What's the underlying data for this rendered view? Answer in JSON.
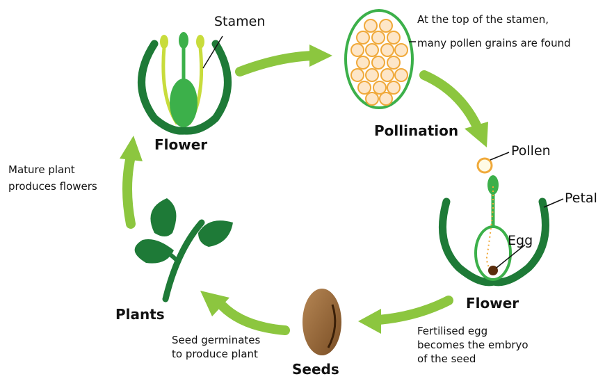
{
  "title": "",
  "stages": {
    "flower_top": "Flower",
    "pollination": "Pollination",
    "flower_right": "Flower",
    "seeds": "Seeds",
    "plants": "Plants"
  },
  "parts": {
    "stamen": "Stamen",
    "pollen": "Pollen",
    "petal": "Petal",
    "egg": "Egg"
  },
  "notes": {
    "stamen_top": [
      "At the top of the stamen,",
      "many pollen grains are found"
    ],
    "fertilised": [
      "Fertilised egg",
      "becomes the embryo",
      "of the seed"
    ],
    "germinate": [
      "Seed germinates",
      "to produce plant"
    ],
    "mature": [
      "Mature plant",
      "produces flowers"
    ]
  },
  "colors": {
    "arrow": "#8cc63f",
    "dark_green": "#1e7a37",
    "mid_green": "#3cb04a",
    "stamen_yellow": "#c8dc3c",
    "pollen_fill": "#fde6c8",
    "pollen_stroke": "#f0a93a",
    "seed_brown": "#9b6b3a",
    "egg_brown": "#5a2d0c"
  }
}
